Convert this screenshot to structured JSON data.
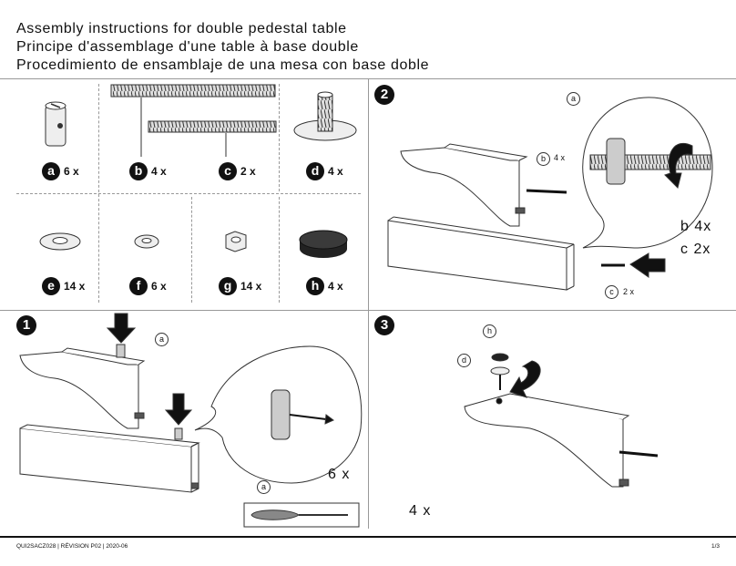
{
  "titles": [
    "Assembly instructions for double pedestal table",
    "Principe d'assemblage d'une table à base double",
    "Procedimiento de ensamblaje de una mesa con base doble"
  ],
  "parts": [
    {
      "letter": "a",
      "qty": "6 x"
    },
    {
      "letter": "b",
      "qty": "4 x"
    },
    {
      "letter": "c",
      "qty": "2 x"
    },
    {
      "letter": "d",
      "qty": "4 x"
    },
    {
      "letter": "e",
      "qty": "14 x"
    },
    {
      "letter": "f",
      "qty": "6 x"
    },
    {
      "letter": "g",
      "qty": "14 x"
    },
    {
      "letter": "h",
      "qty": "4 x"
    }
  ],
  "step1": {
    "number": "1",
    "callout_top": "a",
    "callout_zoom": "a",
    "count": "6 x"
  },
  "step2": {
    "number": "2",
    "callout_zoom": "a",
    "callout_b": "b",
    "b_qty": "4 x",
    "callout_c": "c",
    "c_qty": "2 x",
    "zoom_b": "b 4x",
    "zoom_c": "c 2x"
  },
  "step3": {
    "number": "3",
    "callout_h": "h",
    "callout_d": "d",
    "count": "4 x"
  },
  "footer": {
    "left": "QUI2SACZ028  |  RÉVISION P02  |  2020-06",
    "right": "1/3"
  }
}
